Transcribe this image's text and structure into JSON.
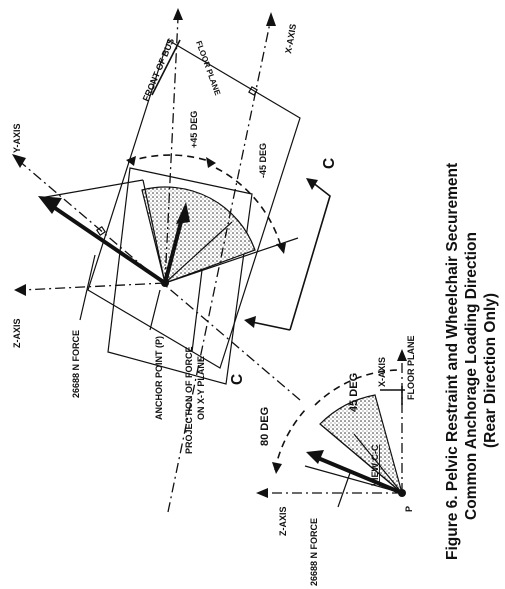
{
  "main_view": {
    "y_axis": "Y-AXIS",
    "z_axis": "Z-AXIS",
    "x_axis": "X-AXIS",
    "front_of_bus": "FRONT OF BUS",
    "floor_plane": "FLOOR PLANE",
    "plus_45": "+45 DEG",
    "minus_45": "-45 DEG",
    "section_mark": "C",
    "force": "26688 N  FORCE",
    "anchor_point": "ANCHOR POINT (P)",
    "projection_line1": "PROJECTION OF FORCE",
    "projection_line2": "ON X-Y PLANE"
  },
  "section_view": {
    "x_axis": "X-AXIS",
    "z_axis": "Z-AXIS",
    "floor_plane": "FLOOR PLANE",
    "angle_45": "45 DEG",
    "angle_80": "80 DEG",
    "title": "VIEW C-C",
    "force": "26688 N  FORCE",
    "point": "P"
  },
  "caption": {
    "line1": "Figure 6.  Pelvic Restraint and Wheelchair Securement",
    "line2": "Common Anchorage Loading Direction",
    "line3": "(Rear Direction Only)"
  },
  "colors": {
    "ink": "#111111",
    "paper": "#ffffff"
  }
}
